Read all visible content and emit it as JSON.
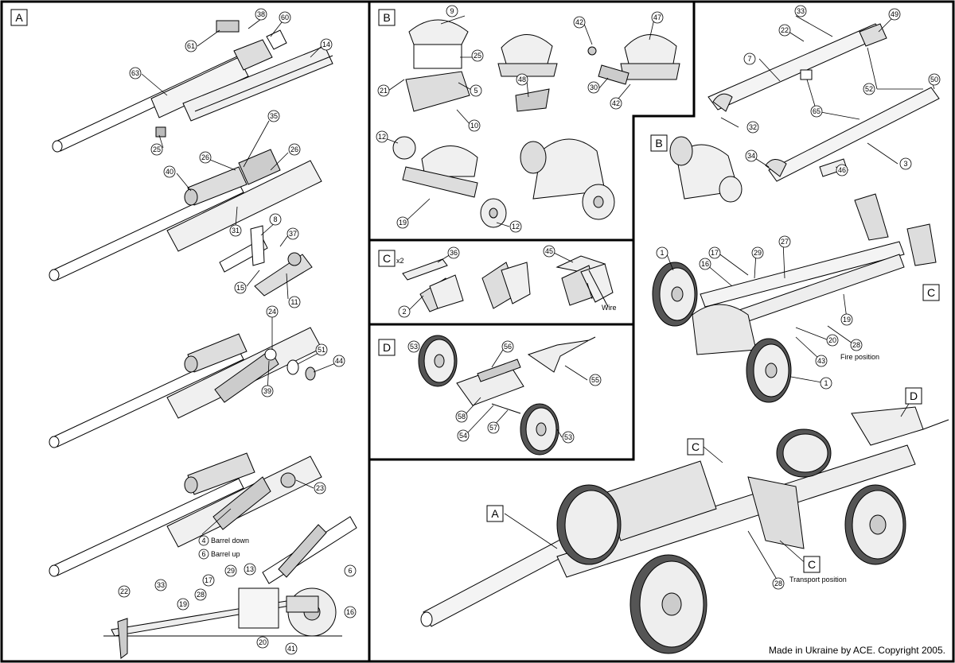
{
  "sections": [
    {
      "id": "A",
      "label": "A"
    },
    {
      "id": "B",
      "label": "B"
    },
    {
      "id": "C",
      "label": "C",
      "multiplier": "x2"
    },
    {
      "id": "D",
      "label": "D"
    }
  ],
  "notes": {
    "barrel_down_num": "4",
    "barrel_down": "Barrel down",
    "barrel_up_num": "6",
    "barrel_up": "Barrel up",
    "wire": "Wire",
    "fire_position": "Fire position",
    "transport_position": "Transport position"
  },
  "assembly_tags": {
    "fire_b": "B",
    "fire_c": "C",
    "transport_a": "A",
    "transport_c_top": "C",
    "transport_d": "D",
    "transport_c_bottom": "C"
  },
  "part_callouts": [
    "63",
    "61",
    "38",
    "60",
    "14",
    "25",
    "35",
    "26",
    "26",
    "40",
    "31",
    "8",
    "37",
    "15",
    "11",
    "24",
    "51",
    "44",
    "39",
    "23",
    "13",
    "6",
    "16",
    "29",
    "17",
    "28",
    "19",
    "33",
    "22",
    "20",
    "41",
    "9",
    "25",
    "5",
    "21",
    "10",
    "48",
    "42",
    "30",
    "42",
    "47",
    "12",
    "19",
    "12",
    "36",
    "2",
    "45",
    "53",
    "56",
    "55",
    "58",
    "54",
    "57",
    "53",
    "33",
    "49",
    "22",
    "7",
    "52",
    "50",
    "65",
    "32",
    "3",
    "34",
    "46",
    "1",
    "17",
    "29",
    "27",
    "16",
    "19",
    "43",
    "20",
    "28",
    "1",
    "28"
  ],
  "copyright": "Made in Ukraine by ACE. Copyright 2005."
}
